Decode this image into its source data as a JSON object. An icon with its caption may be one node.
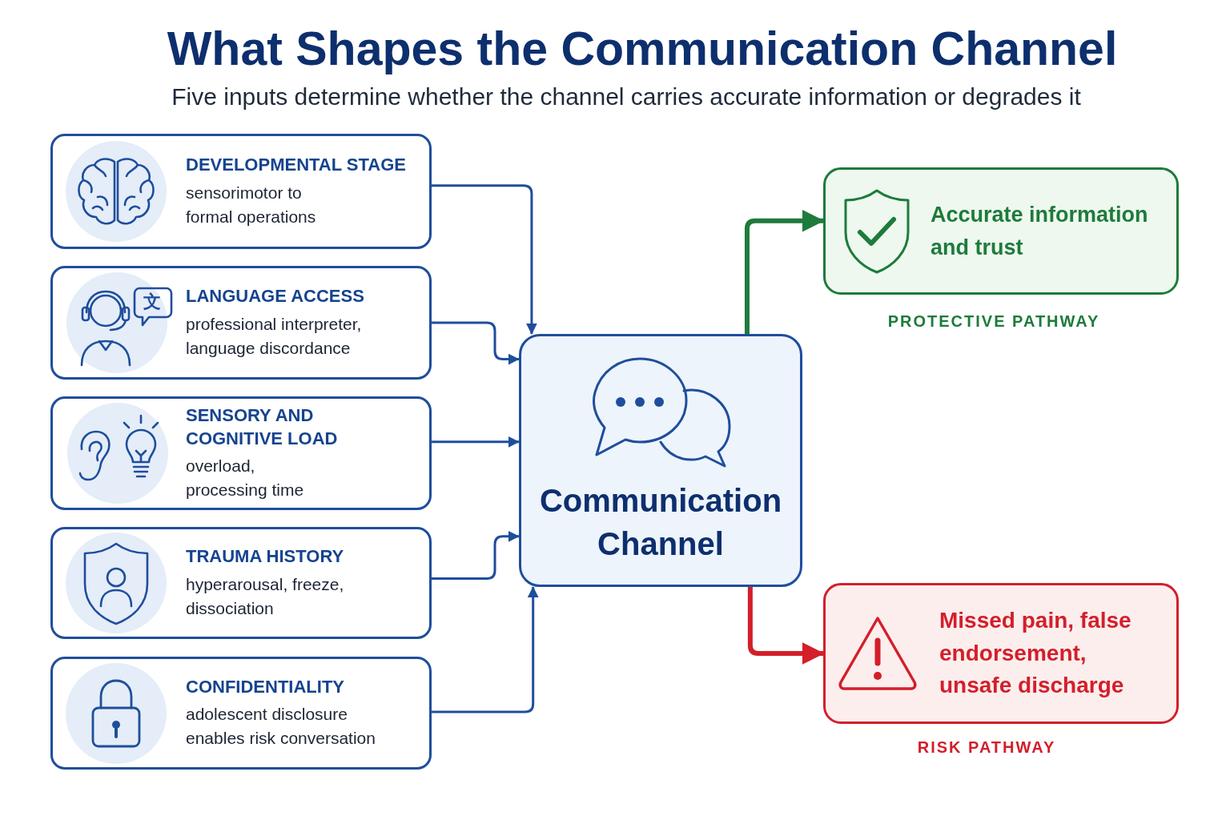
{
  "diagram": {
    "title": "What Shapes the Communication Channel",
    "nodes": [
      {
        "text": [
          "DEVELOPMENTAL STAGE",
          "sensorimotor to formal operations"
        ]
      },
      {
        "text": [
          "LANGUAGE ACCESS",
          "professional interpreter, language discordance"
        ]
      },
      {
        "text": [
          "SENSORY AND COGNITIVE LOAD",
          "overload, processing time"
        ]
      },
      {
        "text": [
          "TRAUMA HISTORY",
          "hyperarousal, freeze, dissociation"
        ]
      },
      {
        "text": [
          "CONFIDENTIALITY",
          "adolescent disclosure enables risk conversation"
        ]
      },
      {
        "text": [
          "Communication Channel"
        ]
      },
      {
        "text": [
          "Accurate information and trust"
        ],
        "beside": [
          "PROTECTIVE PATHWAY"
        ]
      },
      {
        "text": [
          "Missed pain, false endorsement, unsafe discharge"
        ],
        "beside": [
          "RISK PATHWAY"
        ]
      }
    ],
    "edges": [
      {
        "from": 0,
        "to": 5,
        "arrow": "to"
      },
      {
        "from": 1,
        "to": 5,
        "arrow": "to"
      },
      {
        "from": 2,
        "to": 5,
        "arrow": "to"
      },
      {
        "from": 3,
        "to": 5,
        "arrow": "to"
      },
      {
        "from": 4,
        "to": 5,
        "arrow": "to"
      },
      {
        "from": 5,
        "to": 6,
        "arrow": "to",
        "style": "thick",
        "color": "#1e7b3b"
      },
      {
        "from": 5,
        "to": 7,
        "arrow": "to",
        "style": "thick",
        "color": "#d31f2a"
      }
    ],
    "labels": [
      "Five inputs determine whether the channel carries accurate information or degrades it",
      "文"
    ]
  }
}
